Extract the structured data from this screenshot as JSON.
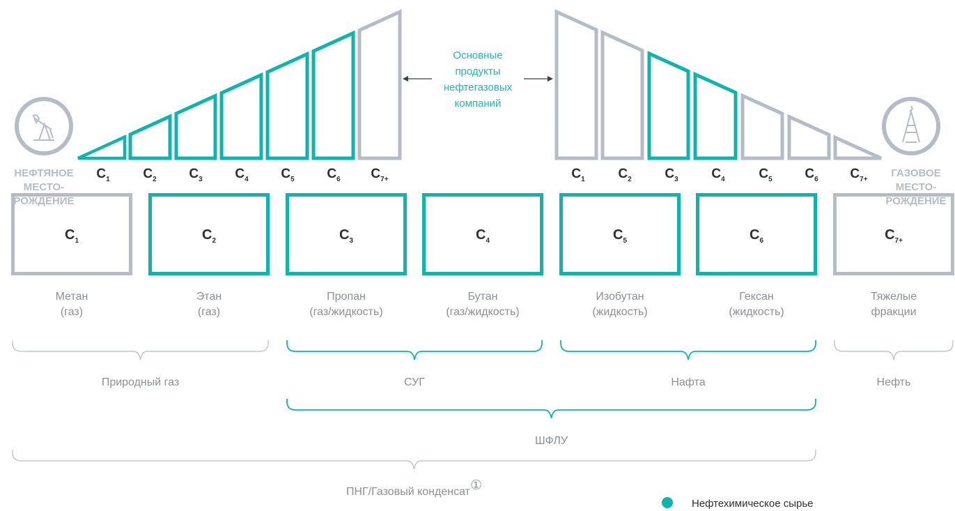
{
  "colors": {
    "teal": "#11b3ad",
    "gray": "#b4bdc7",
    "text_gray": "#8b8f96",
    "dark": "#2b2f36",
    "note_teal": "#25b4b0"
  },
  "left_field": {
    "icon": "oil-pump-icon",
    "label_lines": [
      "НЕФТЯНОЕ",
      "МЕСТО-",
      "РОЖДЕНИЕ"
    ]
  },
  "right_field": {
    "icon": "gas-rig-icon",
    "label_lines": [
      "ГАЗОВОЕ",
      "МЕСТО-",
      "РОЖДЕНИЕ"
    ]
  },
  "center_note": {
    "lines": [
      "Основные",
      "продукты",
      "нефтегазовых",
      "компаний"
    ]
  },
  "left_scale": [
    {
      "main": "C",
      "sub": "1",
      "color": "teal"
    },
    {
      "main": "C",
      "sub": "2",
      "color": "teal"
    },
    {
      "main": "C",
      "sub": "3",
      "color": "teal"
    },
    {
      "main": "C",
      "sub": "4",
      "color": "teal"
    },
    {
      "main": "C",
      "sub": "5",
      "color": "teal"
    },
    {
      "main": "C",
      "sub": "6",
      "color": "teal"
    },
    {
      "main": "C",
      "sub": "7+",
      "color": "gray"
    }
  ],
  "right_scale": [
    {
      "main": "C",
      "sub": "1",
      "color": "gray"
    },
    {
      "main": "C",
      "sub": "2",
      "color": "gray"
    },
    {
      "main": "C",
      "sub": "3",
      "color": "teal"
    },
    {
      "main": "C",
      "sub": "4",
      "color": "teal"
    },
    {
      "main": "C",
      "sub": "5",
      "color": "gray"
    },
    {
      "main": "C",
      "sub": "6",
      "color": "gray"
    },
    {
      "main": "C",
      "sub": "7+",
      "color": "gray"
    }
  ],
  "fractions": [
    {
      "main": "C",
      "sub": "1",
      "color": "gray",
      "name_lines": [
        "Метан",
        "(газ)"
      ]
    },
    {
      "main": "C",
      "sub": "2",
      "color": "teal",
      "name_lines": [
        "Этан",
        "(газ)"
      ]
    },
    {
      "main": "C",
      "sub": "3",
      "color": "teal",
      "name_lines": [
        "Пропан",
        "(газ/жидкость)"
      ]
    },
    {
      "main": "C",
      "sub": "4",
      "color": "teal",
      "name_lines": [
        "Бутан",
        "(газ/жидкость)"
      ]
    },
    {
      "main": "C",
      "sub": "5",
      "color": "teal",
      "name_lines": [
        "Изобутан",
        "(жидкость)"
      ]
    },
    {
      "main": "C",
      "sub": "6",
      "color": "teal",
      "name_lines": [
        "Гексан",
        "(жидкость)"
      ]
    },
    {
      "main": "C",
      "sub": "7+",
      "color": "gray",
      "name_lines": [
        "Тяжелые",
        "фракции"
      ]
    }
  ],
  "groups": [
    {
      "label": "Природный газ",
      "from": 0,
      "to": 1,
      "color": "gray",
      "level": 1
    },
    {
      "label": "СУГ",
      "from": 2,
      "to": 3,
      "color": "teal",
      "level": 1
    },
    {
      "label": "Нафта",
      "from": 4,
      "to": 5,
      "color": "teal",
      "level": 1
    },
    {
      "label": "Нефть",
      "from": 6,
      "to": 6,
      "color": "gray",
      "level": 1
    },
    {
      "label": "ШФЛУ",
      "from": 2,
      "to": 5,
      "color": "teal",
      "level": 2
    },
    {
      "label": "ПНГ/Газовый конденсат",
      "from": 0,
      "to": 5,
      "color": "gray",
      "level": 3,
      "footnote": "①"
    }
  ],
  "legend": {
    "label": "Нефтехимическое сырье",
    "color": "teal"
  }
}
